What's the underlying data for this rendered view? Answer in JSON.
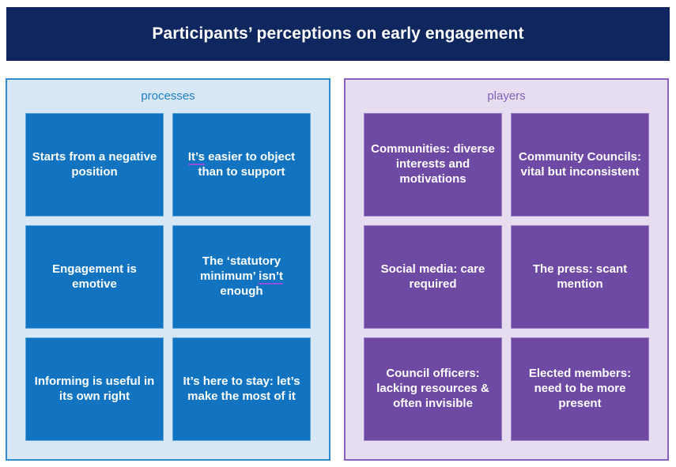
{
  "title": {
    "text": "Participants’ perceptions on early engagement",
    "background_color": "#10265E",
    "text_color": "#FFFFFF"
  },
  "panels": [
    {
      "id": "processes",
      "heading": "processes",
      "heading_color": "#1F7FC4",
      "background_color": "#D7E7F5",
      "border_color": "#2E8BD0",
      "card_color": "#1274C0",
      "cards": [
        {
          "text": "Starts from a negative position",
          "flagged_word": ""
        },
        {
          "text": "It’s easier to object than to support",
          "flagged_word": "It’s"
        },
        {
          "text": "Engagement is emotive",
          "flagged_word": ""
        },
        {
          "text": "The ‘statutory minimum’ isn’t enough",
          "flagged_word": "isn’t"
        },
        {
          "text": "Informing is useful in its own right",
          "flagged_word": ""
        },
        {
          "text": "It’s here to stay: let’s make the most of it",
          "flagged_word": ""
        }
      ]
    },
    {
      "id": "players",
      "heading": "players",
      "heading_color": "#8262B8",
      "background_color": "#E6DEF0",
      "border_color": "#8B63BE",
      "card_color": "#6F4AA4",
      "cards": [
        {
          "text": "Communities: diverse interests and motivations",
          "flagged_word": ""
        },
        {
          "text": "Community Councils: vital but inconsistent",
          "flagged_word": ""
        },
        {
          "text": "Social media: care required",
          "flagged_word": ""
        },
        {
          "text": "The press: scant mention",
          "flagged_word": ""
        },
        {
          "text": "Council officers: lacking resources & often invisible",
          "flagged_word": ""
        },
        {
          "text": "Elected members: need to be more present",
          "flagged_word": ""
        }
      ]
    }
  ]
}
